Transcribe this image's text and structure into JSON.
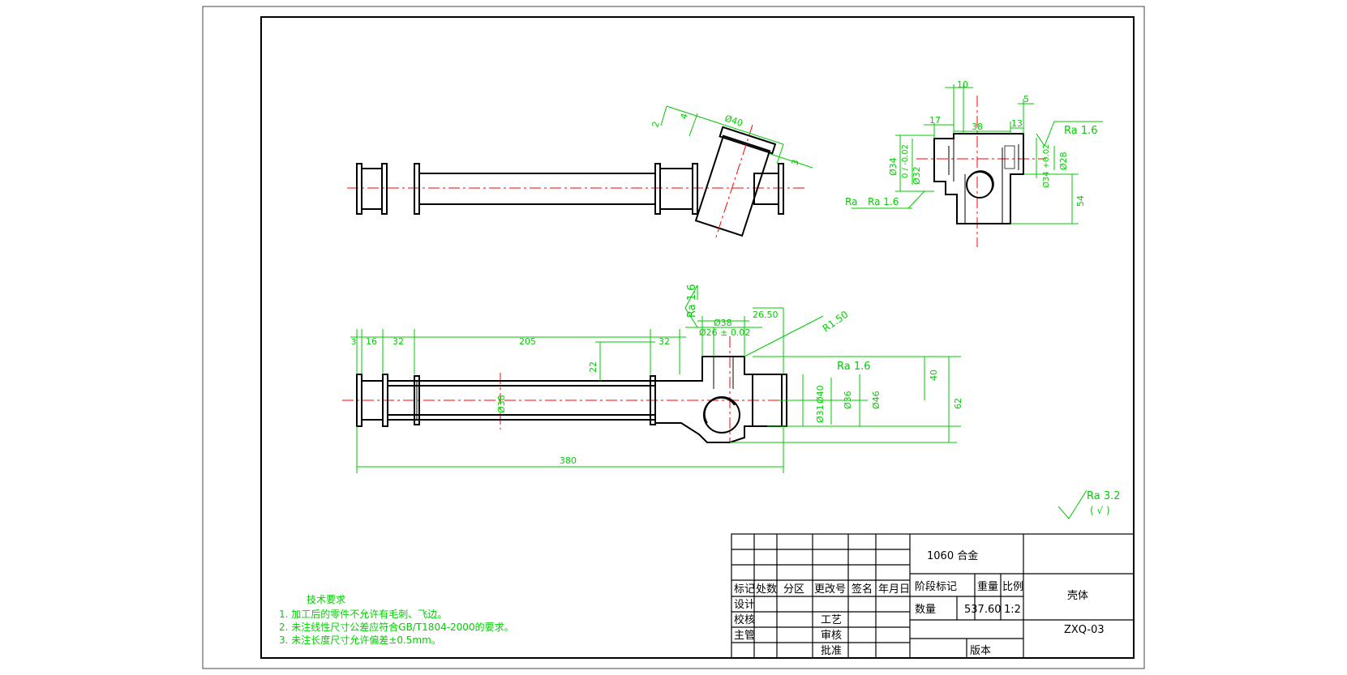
{
  "notes": {
    "title": "技术要求",
    "items": [
      "1.  加工后的零件不允许有毛刺、飞边。",
      "2.  未注线性尺寸公差应符合GB/T1804-2000的要求。",
      "3.  未注长度尺寸允许偏差±0.5mm。"
    ]
  },
  "surface_finish": {
    "general": "Ra  3.2",
    "general_suffix": "( √ )",
    "ra16_a": "Ra  1.6",
    "ra16_b": "Ra  1.6",
    "ra16_c": "Ra  1.6",
    "ra16_d": "Ra  1.6",
    "ra_left": "Ra"
  },
  "dimensions": {
    "front": {
      "d_3": "3",
      "d_16": "16",
      "d_32a": "32",
      "d_205": "205",
      "d_32b": "32",
      "d_22": "22",
      "d_phi38_outer": "Ø38",
      "d_phi26": "Ø26 ± 0.02",
      "d_26_50": "26.50",
      "d_r150": "R1.50",
      "d_phi38_body": "Ø38",
      "d_phi40": "Ø40",
      "d_phi36": "Ø36",
      "d_phi46": "Ø46",
      "d_phi31": "Ø31",
      "d_40": "40",
      "d_62": "62",
      "d_380": "380"
    },
    "top": {
      "d_2": "2",
      "d_4": "4",
      "d_phi40": "Ø40",
      "d_3": "3"
    },
    "side": {
      "d_10": "10",
      "d_17": "17",
      "d_38": "38",
      "d_13": "13",
      "d_5": "5",
      "d_phi34": "Ø34",
      "d_tol": "0 / -0.02",
      "d_phi32": "Ø32",
      "d_phi34b": "Ø34 +0.02",
      "d_phi28": "Ø28",
      "d_54": "54"
    }
  },
  "title_block": {
    "material": "1060 合金",
    "header_row": [
      "标记",
      "处数",
      "分区",
      "更改号",
      "签名",
      "年月日"
    ],
    "stage_label": "阶段标记",
    "weight_label": "重量",
    "scale_label": "比例",
    "quantity_label": "数量",
    "weight_value": "537.60",
    "scale_value": "1:2",
    "part_name": "壳体",
    "drawing_no": "ZXQ-03",
    "design": "设计",
    "check": "校核",
    "supervisor": "主管",
    "process": "工艺",
    "review": "审核",
    "approve": "批准",
    "edition": "版本"
  }
}
